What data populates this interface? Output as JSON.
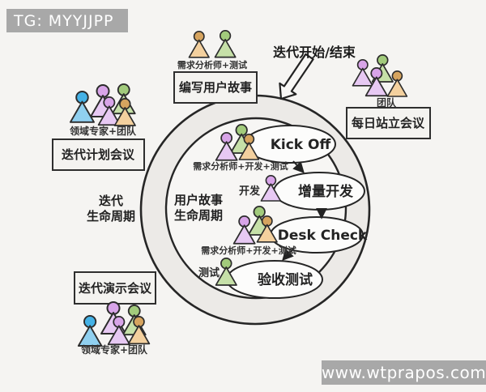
{
  "watermarks": {
    "top_left": "TG: MYYJJPP",
    "bottom_right": "www.wtprapos.com"
  },
  "title_arrow": {
    "label": "迭代开始/结束"
  },
  "cycles": {
    "iteration": {
      "line1": "迭代",
      "line2": "生命周期"
    },
    "user_story": {
      "line1": "用户故事",
      "line2": "生命周期"
    }
  },
  "activity_boxes": {
    "write_user_story": "编写用户故事",
    "daily_standup": "每日站立会议",
    "iteration_planning": "迭代计划会议",
    "iteration_demo": "迭代演示会议"
  },
  "steps": {
    "kick_off": "Kick Off",
    "incremental_dev": "增量开发",
    "desk_check": "Desk Check",
    "acceptance_test": "验收测试"
  },
  "role_labels": {
    "analyst_test": "需求分析师+测试",
    "team": "团队",
    "domain_expert_team_top": "领域专家+团队",
    "domain_expert_team_bottom": "领域专家+团队",
    "analyst_dev_test_kickoff": "需求分析师+开发+测试",
    "dev": "开发",
    "analyst_dev_test_deskcheck": "需求分析师+开发+测试",
    "test": "测试"
  },
  "person_colors": {
    "blue": "#45b2e6",
    "purple": "#d8a4e8",
    "green": "#a2cb7c",
    "orange": "#d6a45f"
  }
}
